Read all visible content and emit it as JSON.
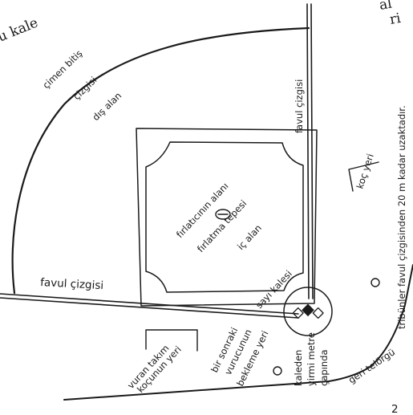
{
  "fragments": {
    "top_left": "u kale",
    "top_right_a": "al",
    "top_right_b": "ri"
  },
  "labels": {
    "grass_end_line": [
      "çimen bitiş",
      "çizgisi"
    ],
    "outfield": "dış alan",
    "foul_line_right": "favul çizgisi",
    "foul_line_left": "favul çizgisi",
    "pitcher_area": "fırlatıcının alanı",
    "pitcher_mound": "fırlatma tepesi",
    "infield": "iç alan",
    "home_plate": "sayı kalesi",
    "coach_area": "koç yeri",
    "stands_note": "tribünler favul çizgisinden 20 m kadar uzaktadır.",
    "batting_team_coach": [
      "vuran takım",
      "koçunun yeri"
    ],
    "on_deck": [
      "bir sonraki",
      "vurucunun",
      "bekleme yeri"
    ],
    "circle_diameter": [
      "kaleden",
      "yirmi metre",
      "çapında"
    ],
    "backstop": "geri telörgü",
    "corner_mark": "2"
  },
  "colors": {
    "ink": "#1a1a1a",
    "background": "#ffffff"
  }
}
